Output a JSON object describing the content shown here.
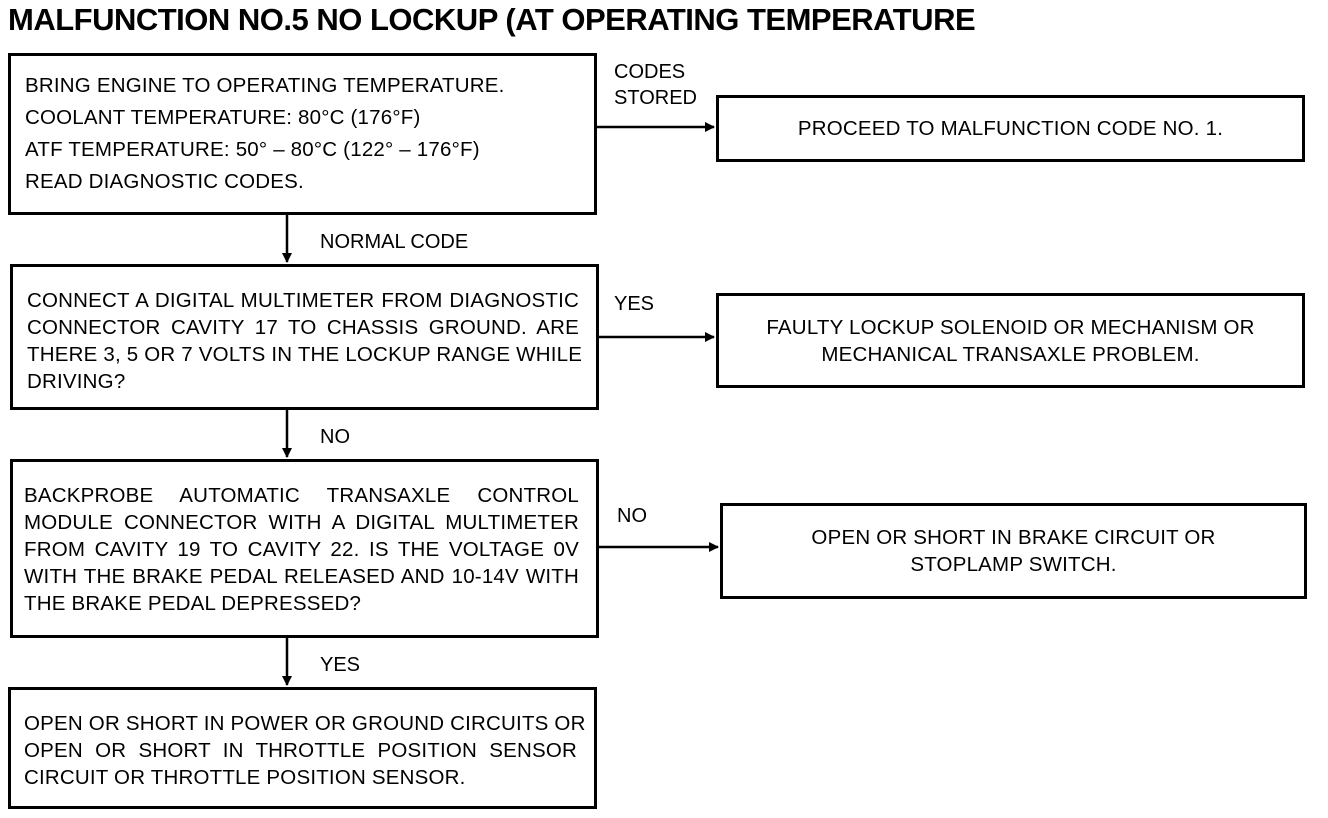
{
  "title": "MALFUNCTION NO.5 NO LOCKUP (AT OPERATING TEMPERATURE",
  "steps": [
    {
      "lines": [
        "BRING ENGINE TO OPERATING TEMPERATURE.",
        "COOLANT TEMPERATURE: 80°C (176°F)",
        "ATF TEMPERATURE: 50° – 80°C (122° – 176°F)",
        "READ DIAGNOSTIC CODES."
      ],
      "branch_label": [
        "CODES",
        "STORED"
      ],
      "result_lines": [
        "PROCEED TO MALFUNCTION CODE NO. 1."
      ],
      "next_label": "NORMAL CODE"
    },
    {
      "lines": [
        "CONNECT A DIGITAL MULTIMETER FROM DIAGNOSTIC",
        "CONNECTOR CAVITY 17 TO CHASSIS GROUND. ARE",
        "THERE 3, 5 OR 7 VOLTS IN THE LOCKUP RANGE WHILE",
        "DRIVING?"
      ],
      "branch_label": [
        "YES"
      ],
      "result_lines": [
        "FAULTY LOCKUP SOLENOID OR MECHANISM OR",
        "MECHANICAL TRANSAXLE PROBLEM."
      ],
      "next_label": "NO"
    },
    {
      "lines": [
        "BACKPROBE AUTOMATIC TRANSAXLE CONTROL",
        "MODULE CONNECTOR WITH A DIGITAL MULTIMETER",
        "FROM CAVITY 19 TO CAVITY 22. IS THE VOLTAGE 0V",
        "WITH THE BRAKE PEDAL RELEASED AND 10-14V WITH",
        "THE BRAKE PEDAL DEPRESSED?"
      ],
      "branch_label": [
        "NO"
      ],
      "result_lines": [
        "OPEN OR SHORT IN BRAKE CIRCUIT OR",
        "STOPLAMP SWITCH."
      ],
      "next_label": "YES"
    },
    {
      "lines": [
        "OPEN OR SHORT IN POWER OR GROUND CIRCUITS OR",
        "OPEN OR SHORT IN THROTTLE POSITION SENSOR",
        "CIRCUIT OR THROTTLE POSITION SENSOR."
      ]
    }
  ]
}
